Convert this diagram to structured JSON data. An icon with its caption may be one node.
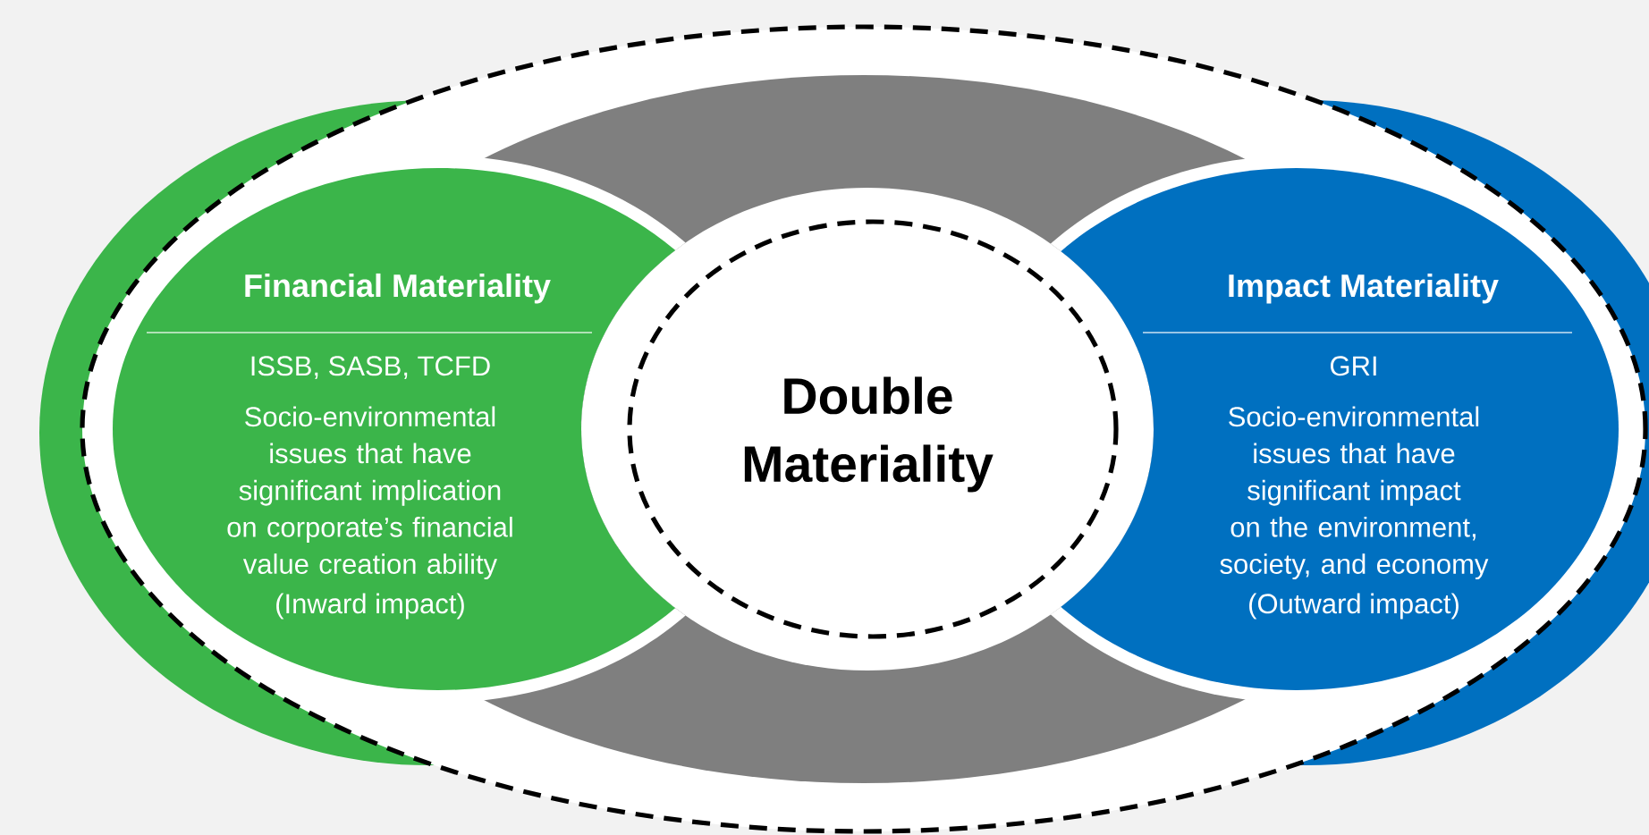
{
  "diagram": {
    "nodes": [
      {
        "text": [
          "Financial Materiality",
          "ISSB, SASB, TCFD",
          "Socio-environmental issues that have significant implication on corporate’s financial value creation ability",
          "(Inward impact)"
        ]
      },
      {
        "text": [
          "Double Materiality"
        ]
      },
      {
        "text": [
          "Impact Materiality",
          "GRI",
          "Socio-environmental issues that have significant impact on the environment, society, and economy",
          "(Outward impact)"
        ]
      }
    ]
  }
}
